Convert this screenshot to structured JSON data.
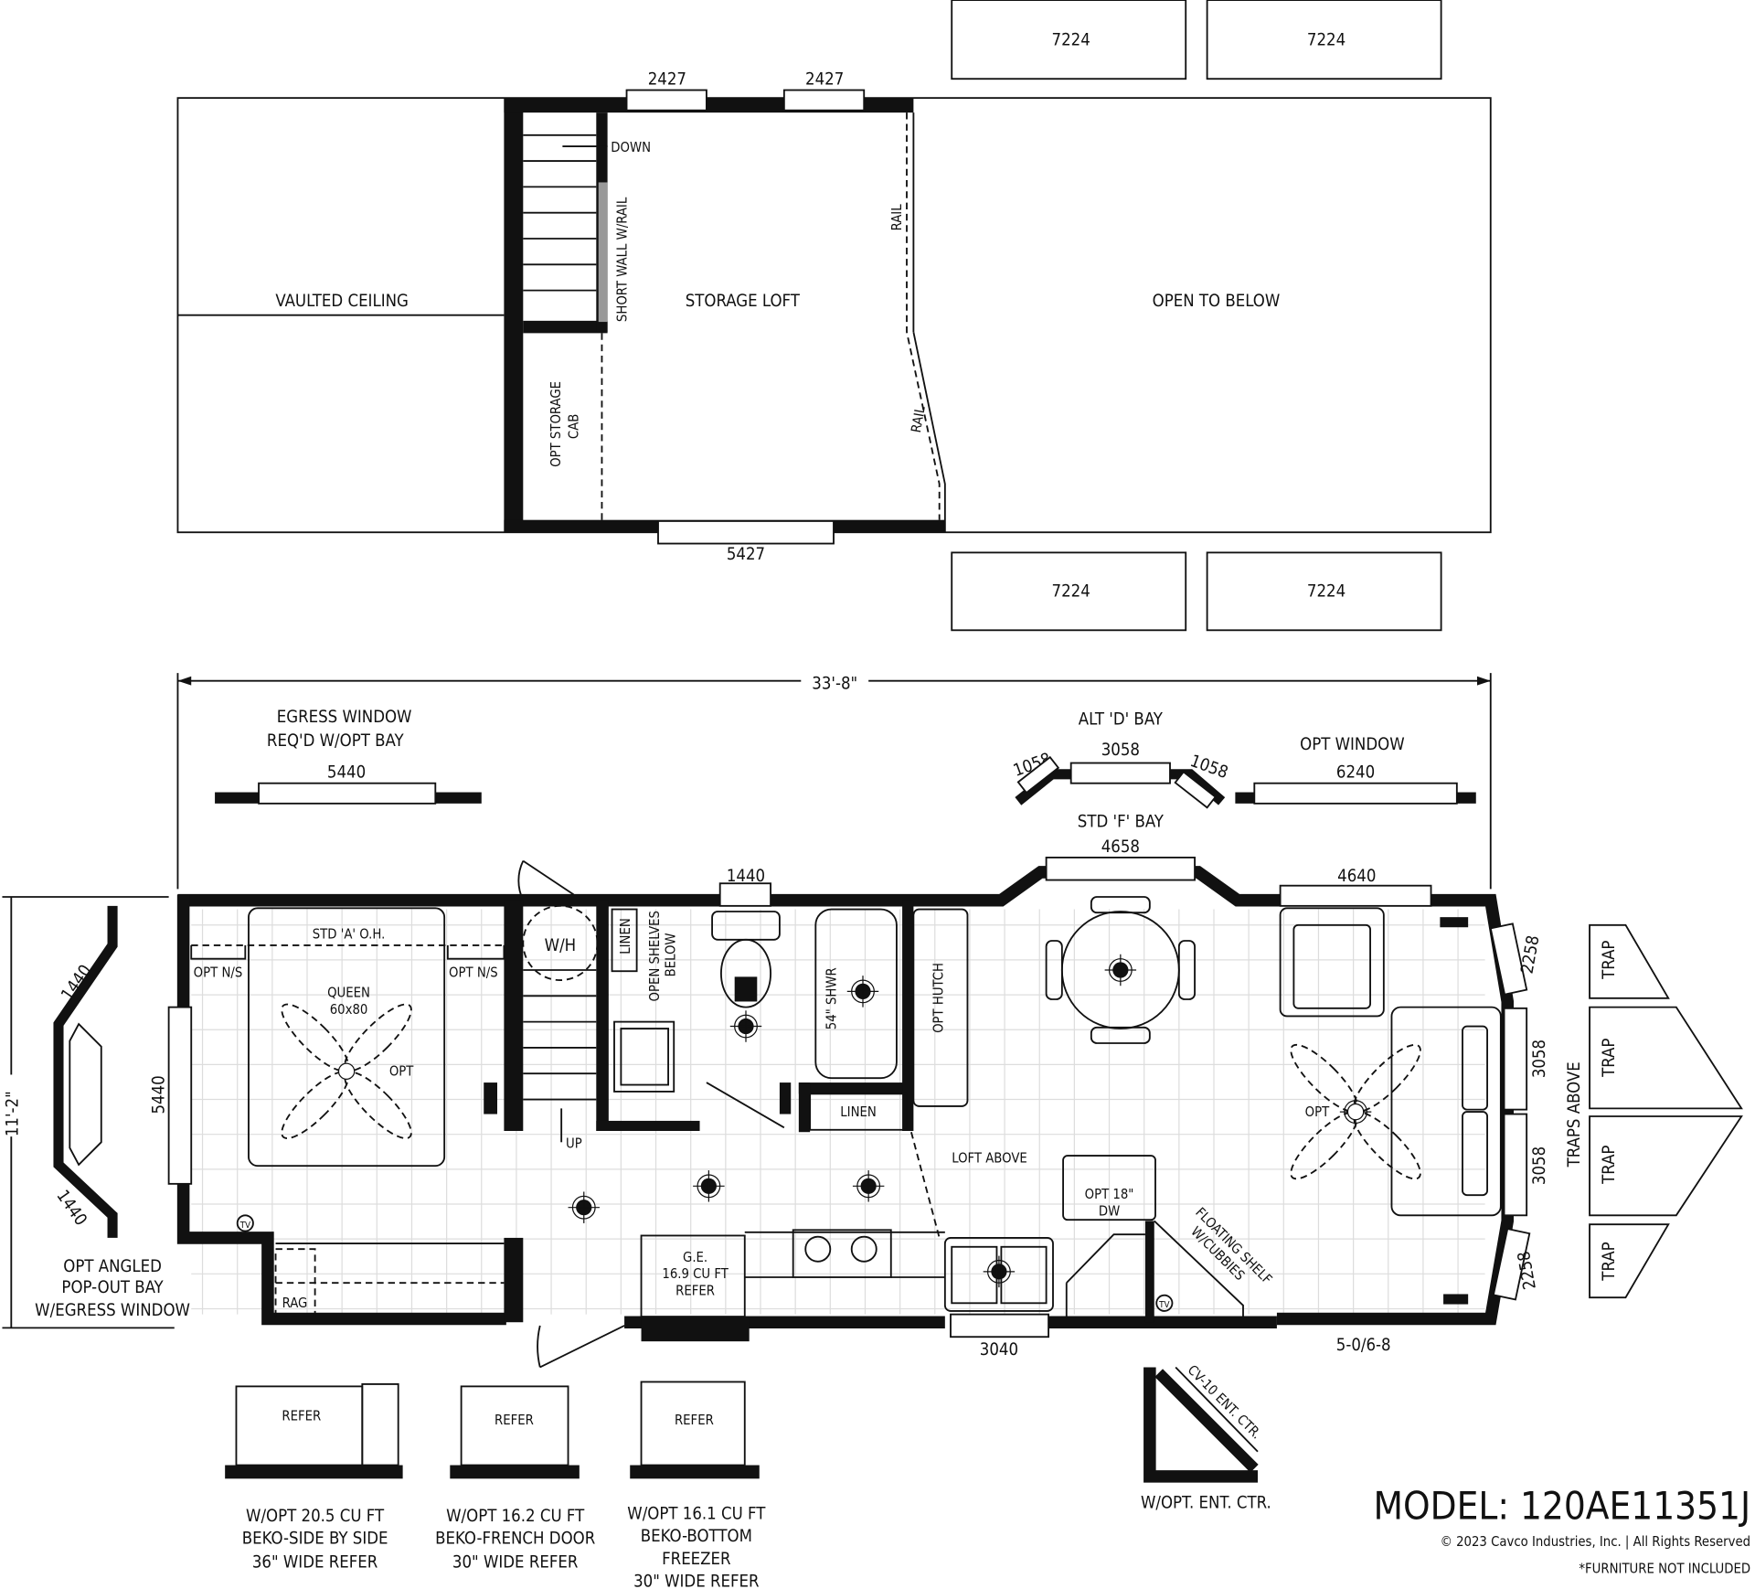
{
  "loft": {
    "vaulted_ceiling": "VAULTED CEILING",
    "storage_loft": "STORAGE LOFT",
    "open_to_below": "OPEN TO BELOW",
    "down": "DOWN",
    "short_wall": "SHORT WALL W/RAIL",
    "opt_storage_cab": "OPT STORAGE",
    "opt_storage_cab2": "CAB",
    "rail": "RAIL",
    "win_top_1": "2427",
    "win_top_2": "2427",
    "win_bottom": "5427",
    "skylights": [
      "7224",
      "7224",
      "7224",
      "7224"
    ]
  },
  "plan": {
    "overall_length": "33'-8\"",
    "width": "11'-2\"",
    "egress": [
      "EGRESS WINDOW",
      "REQ'D W/OPT BAY",
      "5440"
    ],
    "alt_d_bay": [
      "ALT 'D' BAY",
      "3058",
      "1058",
      "1058"
    ],
    "opt_window": [
      "OPT WINDOW",
      "6240"
    ],
    "std_f_bay": [
      "STD 'F' BAY",
      "4658"
    ],
    "win_4640": "4640",
    "win_1440": "1440",
    "win_5440": "5440",
    "win_3040": "3040",
    "door_5068": "5-0/6-8",
    "win_2258_a": "2258",
    "win_2258_b": "2258",
    "win_3058_a": "3058",
    "win_3058_b": "3058",
    "std_a_oh": "STD 'A' O.H.",
    "opt_ns_1": "OPT N/S",
    "opt_ns_2": "OPT N/S",
    "queen": [
      "QUEEN",
      "60x80"
    ],
    "opt_fan_1": "OPT",
    "opt_fan_2": "OPT",
    "wh": "W/H",
    "linen_1": "LINEN",
    "linen_2": "LINEN",
    "open_shelves": [
      "OPEN SHELVES",
      "BELOW"
    ],
    "shower": "54\" SHWR",
    "opt_hutch": "OPT HUTCH",
    "up": "UP",
    "loft_above": "LOFT ABOVE",
    "refer": [
      "G.E.",
      "16.9 CU FT",
      "REFER"
    ],
    "dw": [
      "OPT 18\"",
      "DW"
    ],
    "floating_shelf": [
      "FLOATING SHELF",
      "W/CUBBIES"
    ],
    "rag": "RAG",
    "tv": "TV",
    "traps_above": "TRAPS ABOVE",
    "trap": [
      "TRAP",
      "TRAP",
      "TRAP",
      "TRAP"
    ],
    "pop_out": [
      "OPT ANGLED",
      "POP-OUT BAY",
      "W/EGRESS WINDOW"
    ],
    "pop_1440_a": "1440",
    "pop_1440_b": "1440"
  },
  "options": {
    "refer_label": "REFER",
    "items": [
      [
        "W/OPT 20.5 CU FT",
        "BEKO-SIDE BY SIDE",
        "36\" WIDE REFER"
      ],
      [
        "W/OPT 16.2 CU FT",
        "BEKO-FRENCH DOOR",
        "30\" WIDE REFER"
      ],
      [
        "W/OPT 16.1 CU FT",
        "BEKO-BOTTOM",
        "FREEZER",
        "30\" WIDE REFER"
      ]
    ],
    "ent_ctr_label": "CV-10 ENT. CTR.",
    "ent_ctr": "W/OPT. ENT. CTR."
  },
  "footer": {
    "model": "MODEL: 120AE11351J",
    "copyright": "© 2023 Cavco Industries, Inc. | All Rights Reserved",
    "furniture": "*FURNITURE NOT INCLUDED"
  }
}
